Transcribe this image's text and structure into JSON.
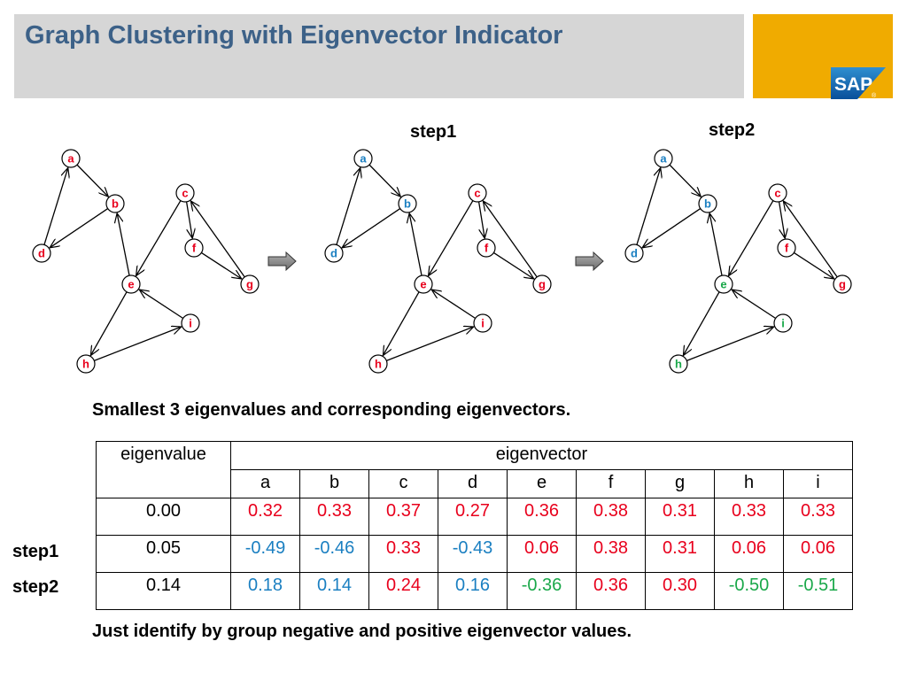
{
  "slide_title": "Graph Clustering with Eigenvector Indicator",
  "logo_text": "SAP",
  "logo_registered": "®",
  "step_labels": [
    "step1",
    "step2"
  ],
  "colors": {
    "red": "#e8001c",
    "blue": "#1a7fc1",
    "green": "#1aa84a",
    "title": "#3c6188",
    "title_bar": "#d6d6d6",
    "logo_gold": "#f0ab00"
  },
  "graph": {
    "nodes": [
      "a",
      "b",
      "c",
      "d",
      "e",
      "f",
      "g",
      "h",
      "i"
    ],
    "edges": [
      [
        "d",
        "a"
      ],
      [
        "a",
        "b"
      ],
      [
        "b",
        "d"
      ],
      [
        "e",
        "b"
      ],
      [
        "c",
        "e"
      ],
      [
        "c",
        "f"
      ],
      [
        "f",
        "g"
      ],
      [
        "g",
        "c"
      ],
      [
        "i",
        "e"
      ],
      [
        "e",
        "h"
      ],
      [
        "h",
        "i"
      ]
    ],
    "panels": [
      {
        "label": "",
        "node_colors": {
          "a": "red",
          "b": "red",
          "c": "red",
          "d": "red",
          "e": "red",
          "f": "red",
          "g": "red",
          "h": "red",
          "i": "red"
        }
      },
      {
        "label": "step1",
        "node_colors": {
          "a": "blue",
          "b": "blue",
          "c": "red",
          "d": "blue",
          "e": "red",
          "f": "red",
          "g": "red",
          "h": "red",
          "i": "red"
        }
      },
      {
        "label": "step2",
        "node_colors": {
          "a": "blue",
          "b": "blue",
          "c": "red",
          "d": "blue",
          "e": "green",
          "f": "red",
          "g": "red",
          "h": "green",
          "i": "green"
        }
      }
    ]
  },
  "caption_top": "Smallest 3 eigenvalues and corresponding eigenvectors.",
  "caption_bottom": "Just identify by group negative and positive eigenvector values.",
  "table": {
    "header_eigenvalue": "eigenvalue",
    "header_eigenvector": "eigenvector",
    "columns": [
      "a",
      "b",
      "c",
      "d",
      "e",
      "f",
      "g",
      "h",
      "i"
    ],
    "rows": [
      {
        "label": "",
        "eigenvalue": "0.00",
        "values": [
          "0.32",
          "0.33",
          "0.37",
          "0.27",
          "0.36",
          "0.38",
          "0.31",
          "0.33",
          "0.33"
        ],
        "colors": [
          "red",
          "red",
          "red",
          "red",
          "red",
          "red",
          "red",
          "red",
          "red"
        ]
      },
      {
        "label": "step1",
        "eigenvalue": "0.05",
        "values": [
          "-0.49",
          "-0.46",
          "0.33",
          "-0.43",
          "0.06",
          "0.38",
          "0.31",
          "0.06",
          "0.06"
        ],
        "colors": [
          "blue",
          "blue",
          "red",
          "blue",
          "red",
          "red",
          "red",
          "red",
          "red"
        ]
      },
      {
        "label": "step2",
        "eigenvalue": "0.14",
        "values": [
          "0.18",
          "0.14",
          "0.24",
          "0.16",
          "-0.36",
          "0.36",
          "0.30",
          "-0.50",
          "-0.51"
        ],
        "colors": [
          "blue",
          "blue",
          "red",
          "blue",
          "green",
          "red",
          "red",
          "green",
          "green"
        ]
      }
    ]
  }
}
